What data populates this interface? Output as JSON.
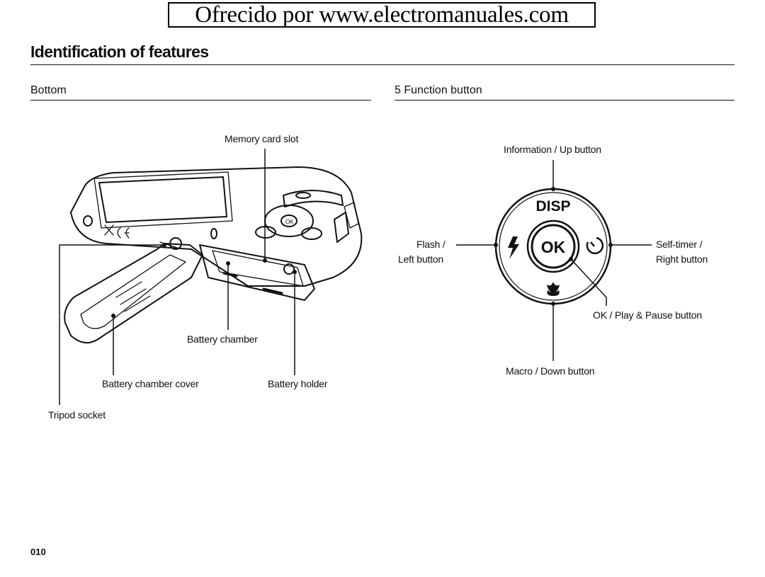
{
  "banner": "Ofrecido por www.electromanuales.com",
  "page_title": "Identification of features",
  "sections": {
    "bottom": {
      "title": "Bottom",
      "labels": {
        "memory_card_slot": "Memory card slot",
        "battery_chamber": "Battery chamber",
        "battery_chamber_cover": "Battery chamber cover",
        "battery_holder": "Battery holder",
        "tripod_socket": "Tripod socket"
      }
    },
    "function_button": {
      "title": "5 Function button",
      "labels": {
        "info_up": "Information / Up button",
        "flash_line1": "Flash /",
        "flash_line2": "Left button",
        "self_timer_line1": "Self-timer /",
        "self_timer_line2": "Right button",
        "ok_play_pause": "OK / Play & Pause button",
        "macro_down": "Macro / Down button"
      },
      "button_text": {
        "disp": "DISP",
        "ok": "OK"
      }
    }
  },
  "page_number": "010"
}
